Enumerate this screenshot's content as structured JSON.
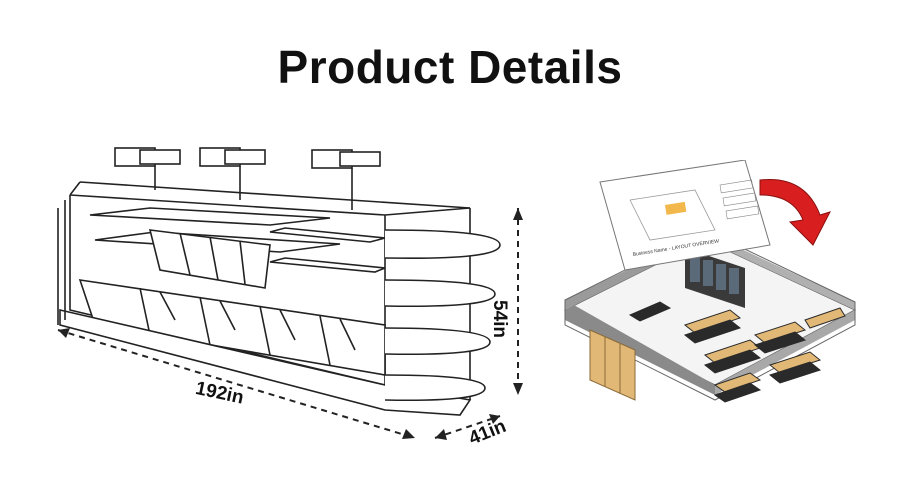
{
  "title": "Product Details",
  "dimensions": {
    "length": "192in",
    "depth": "41in",
    "height": "54in"
  },
  "layout_sheet": {
    "caption": "Business Name - LAYOUT OVERVIEW"
  },
  "colors": {
    "line": "#222222",
    "arrow": "#d81e1e",
    "room_wall": "#8a8a8a",
    "room_floor": "#f4f4f4",
    "shelf_dark": "#2a2a2a",
    "shelf_wood": "#e2b877"
  },
  "icons": [
    "curved-arrow-icon"
  ]
}
